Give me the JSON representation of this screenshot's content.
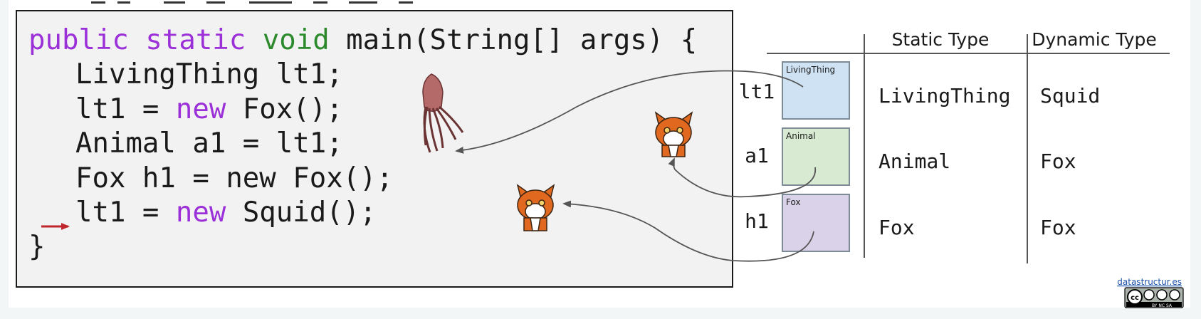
{
  "code": {
    "line0_kw1": "public",
    "line0_kw2": "static",
    "line0_type": "void",
    "line0_rest": " main(String[] args) {",
    "line1": "LivingThing lt1;",
    "line2_pre": "lt1 = ",
    "line2_kw": "new",
    "line2_post": " Fox();",
    "line3": "Animal a1 = lt1;",
    "line4": "Fox h1 = new Fox();",
    "line5_pre": "lt1 = ",
    "line5_kw": "new",
    "line5_post": " Squid();",
    "line6": "}"
  },
  "boxes": {
    "lt1": {
      "var": "lt1",
      "label": "LivingThing"
    },
    "a1": {
      "var": "a1",
      "label": "Animal"
    },
    "h1": {
      "var": "h1",
      "label": "Fox"
    }
  },
  "table": {
    "headers": [
      "Static Type",
      "Dynamic Type"
    ],
    "rows": [
      {
        "static": "LivingThing",
        "dynamic": "Squid"
      },
      {
        "static": "Animal",
        "dynamic": "Fox"
      },
      {
        "static": "Fox",
        "dynamic": "Fox"
      }
    ]
  },
  "footer": {
    "site": "datastructur.es",
    "license": "BY NC SA"
  },
  "colors": {
    "keyword": "#9b30d9",
    "type": "#2c8a2c",
    "arrow": "#c0272d",
    "box_lt1": "#cfe2f3",
    "box_a1": "#d9ead3",
    "box_h1": "#d9d2e9"
  }
}
